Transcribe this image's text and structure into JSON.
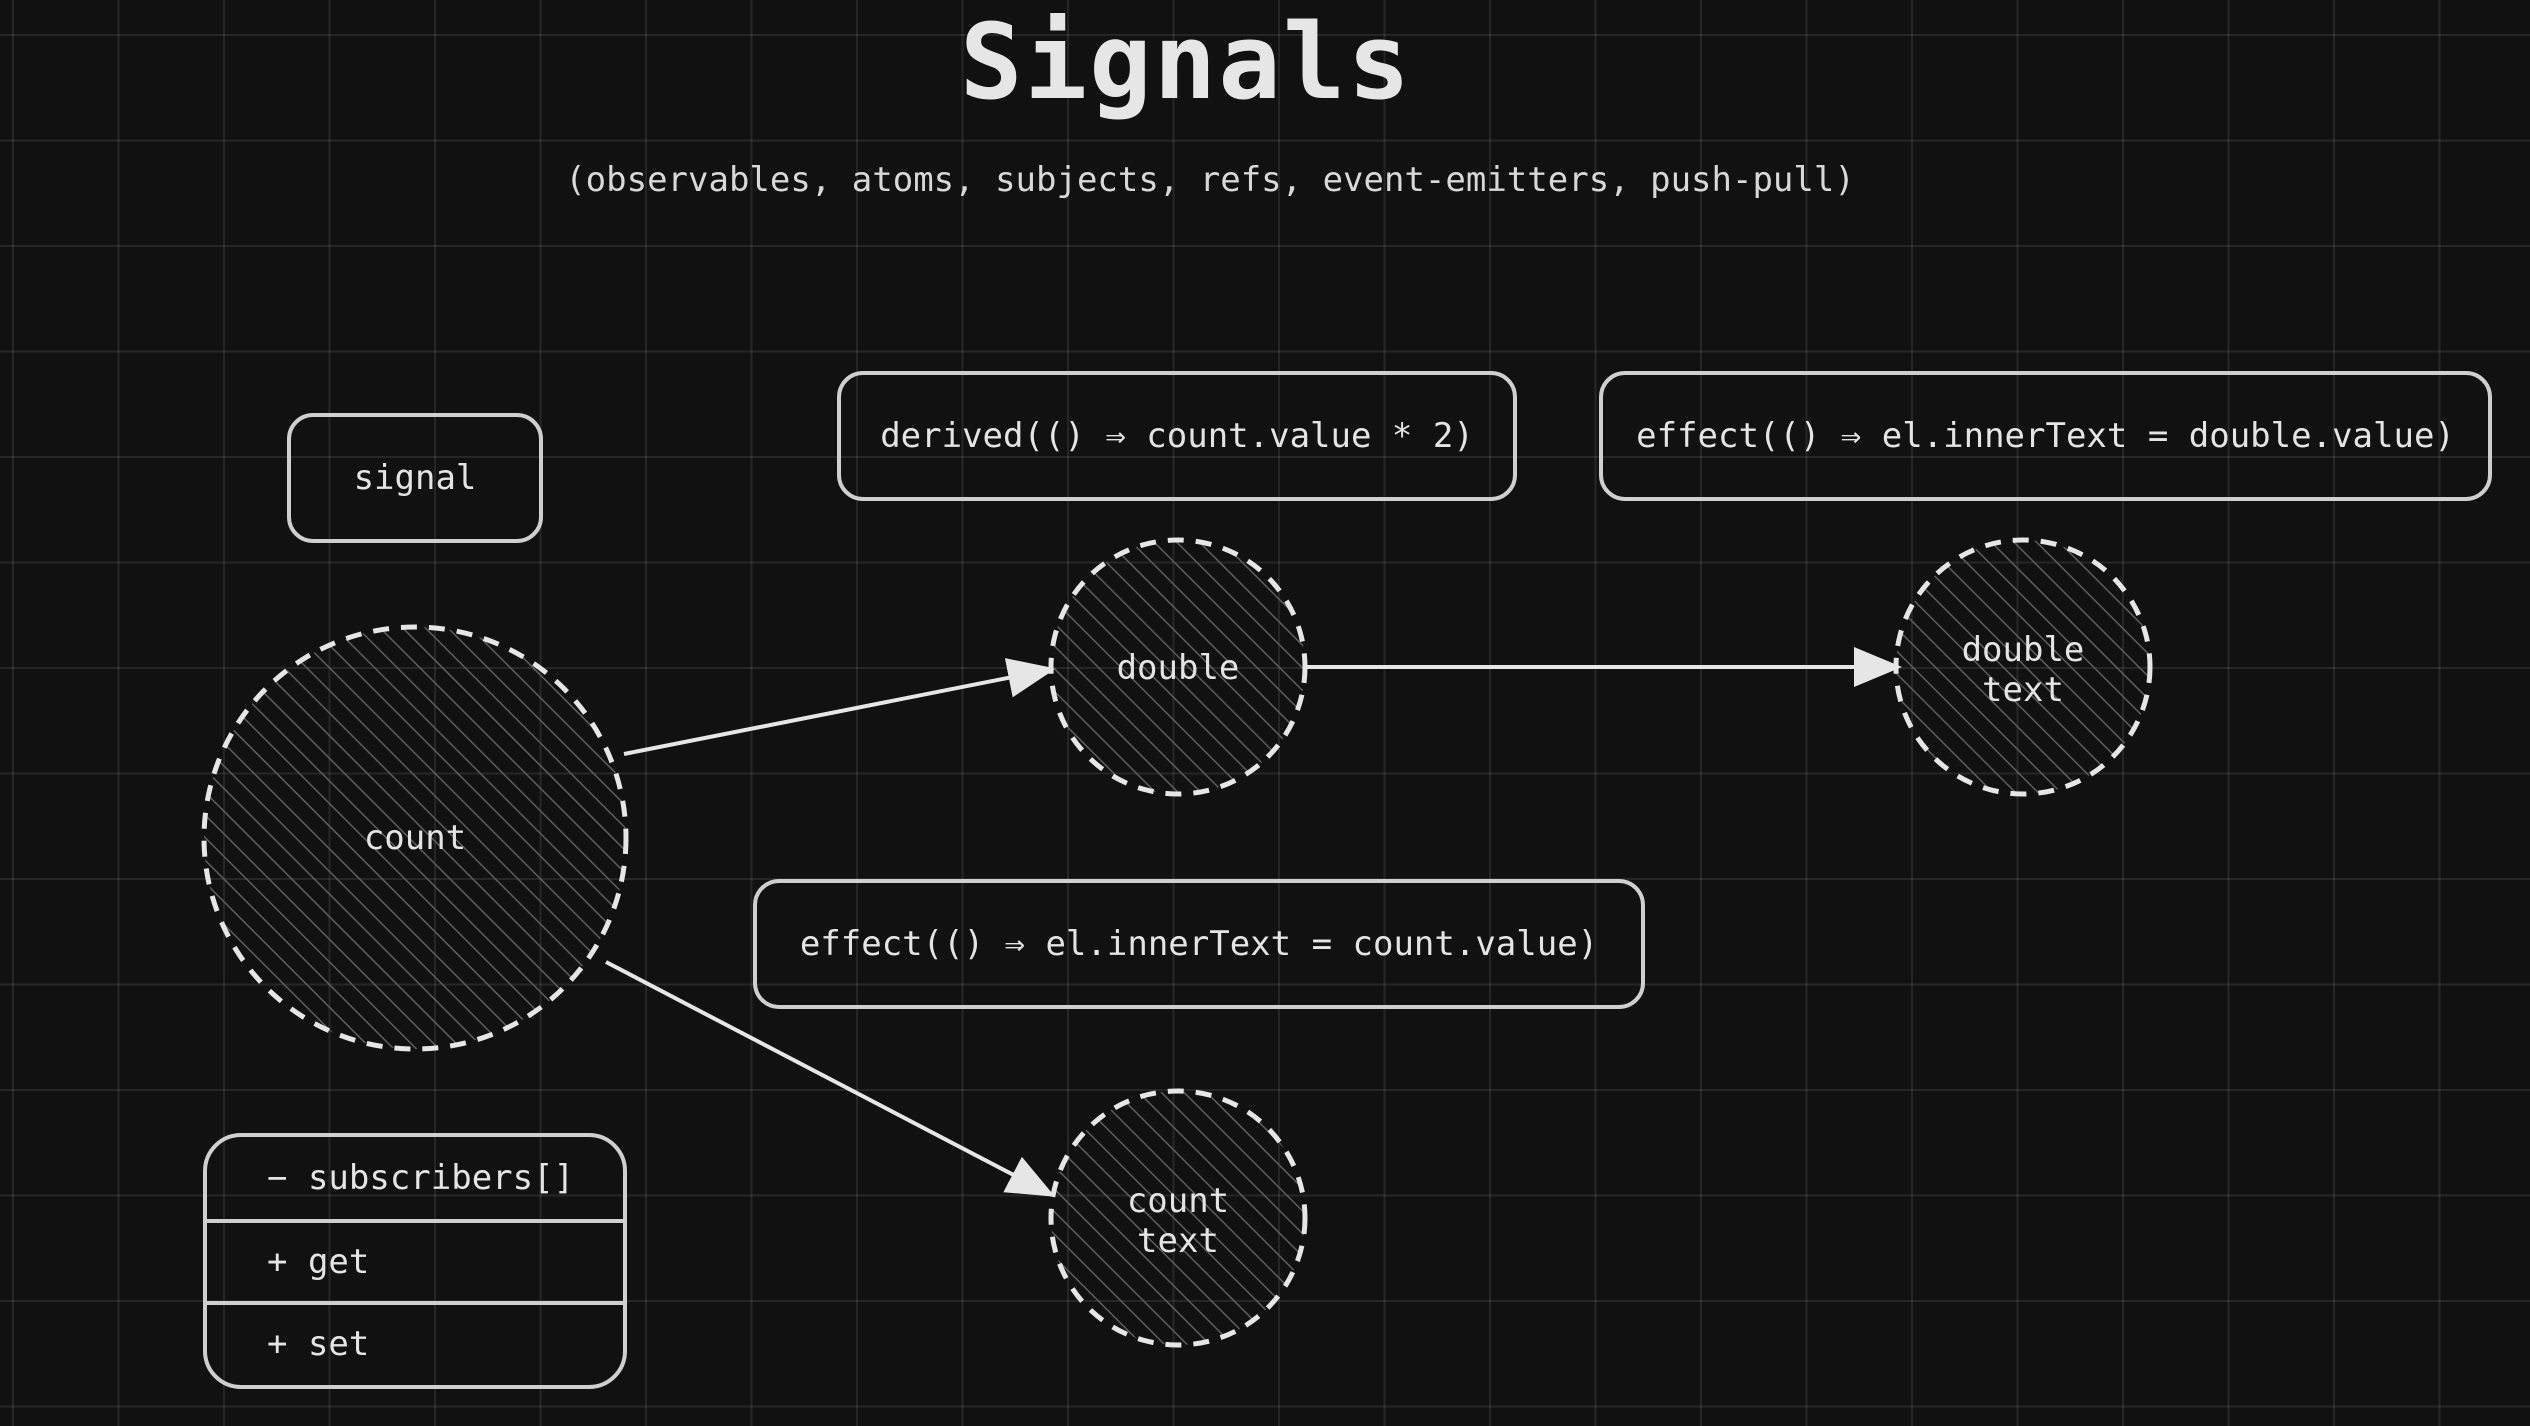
{
  "title": "Signals",
  "subtitle": "(observables, atoms, subjects, refs, event-emitters, push-pull)",
  "boxes": {
    "signal": "signal",
    "derived": "derived(() ⇒ count.value * 2)",
    "effect_double": "effect(() ⇒ el.innerText = double.value)",
    "effect_count": "effect(() ⇒ el.innerText = count.value)"
  },
  "nodes": {
    "count": "count",
    "double": "double",
    "double_text_line1": "double",
    "double_text_line2": "text",
    "count_text_line1": "count",
    "count_text_line2": "text"
  },
  "subscriber_list": {
    "rows": [
      "− subscribers[]",
      "+ get",
      "+ set"
    ]
  },
  "colors": {
    "background": "#111111",
    "stroke": "#e6e6e6",
    "hatch": "#6a6a6a"
  }
}
